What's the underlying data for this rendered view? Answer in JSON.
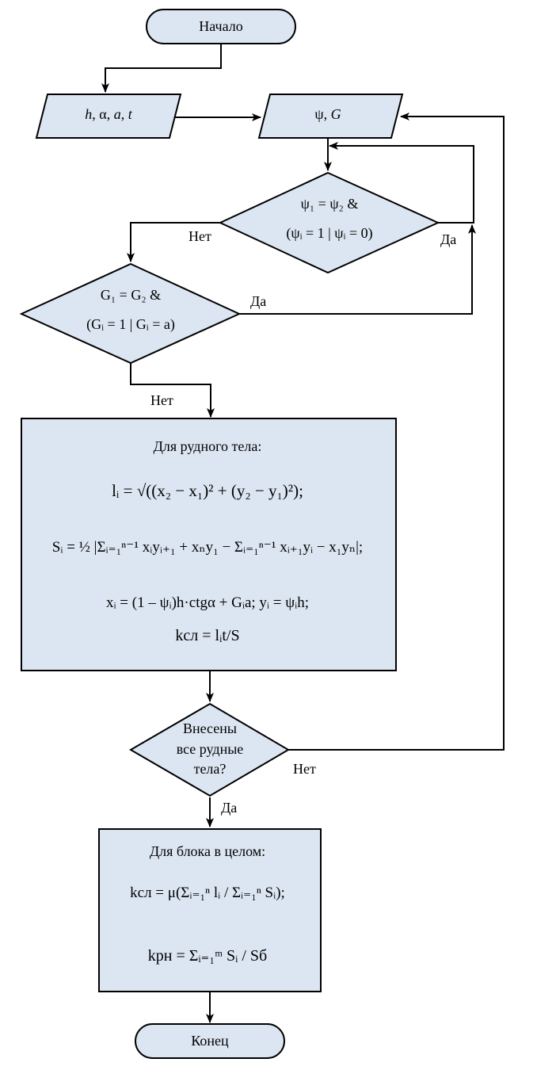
{
  "start": {
    "label": "Начало"
  },
  "end": {
    "label": "Конец"
  },
  "input_params": {
    "h": "h",
    "alpha": "α",
    "a": "a",
    "t": "t"
  },
  "input_psi_g": {
    "psi": "ψ",
    "g": "G"
  },
  "decision1": {
    "line1": "ψ₁ = ψ₂ &",
    "line2": "(ψᵢ = 1 | ψᵢ = 0)"
  },
  "decision2": {
    "line1": "G₁ = G₂ &",
    "line2": "(Gᵢ = 1 | Gᵢ = a)"
  },
  "decision3": {
    "line1": "Внесены",
    "line2": "все рудные",
    "line3": "тела?"
  },
  "edge_labels": {
    "d1_no": "Нет",
    "d1_yes": "Да",
    "d2_yes": "Да",
    "d2_no": "Нет",
    "d3_no": "Нет",
    "d3_yes": "Да"
  },
  "process1": {
    "title": "Для рудного тела:",
    "formula_l": "lᵢ = √((x₂ − x₁)² + (y₂ − y₁)²);",
    "formula_s": "Sᵢ = ½ |Σᵢ₌₁ⁿ⁻¹ xᵢyᵢ₊₁ + xₙy₁ − Σᵢ₌₁ⁿ⁻¹ xᵢ₊₁yᵢ − x₁yₙ|;",
    "formula_xy": "xᵢ = (1 – ψᵢ)h·ctgα + Gᵢa;   yᵢ = ψᵢh;",
    "formula_k": "kсл = lᵢt/S"
  },
  "process2": {
    "title": "Для блока в целом:",
    "formula_ksl": "kсл = μ(Σᵢ₌₁ⁿ lᵢ / Σᵢ₌₁ⁿ Sᵢ);",
    "formula_krn": "kрн = Σᵢ₌₁ᵐ Sᵢ / Sб"
  }
}
